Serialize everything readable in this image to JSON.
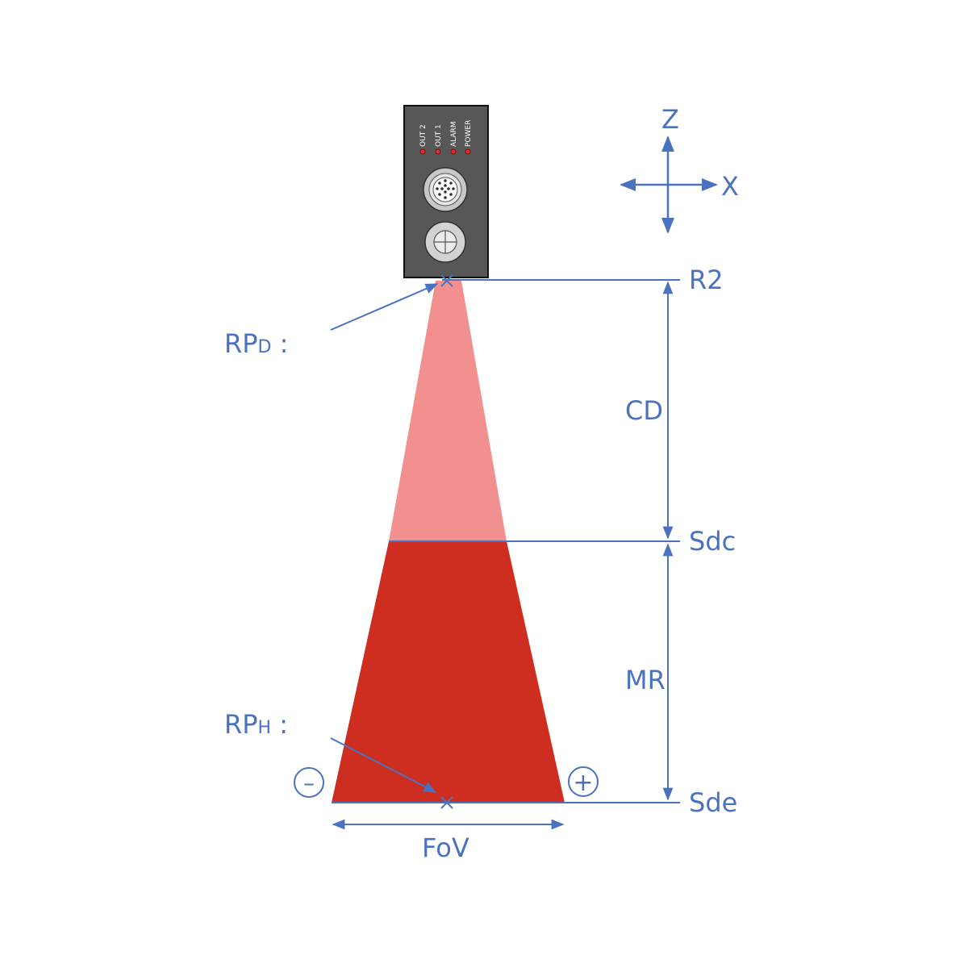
{
  "axes": {
    "z_label": "Z",
    "x_label": "X"
  },
  "sensor": {
    "leds": [
      "OUT 2",
      "OUT 1",
      "ALARM",
      "POWER"
    ]
  },
  "levels": {
    "r2": "R2",
    "sdc": "Sdc",
    "sde": "Sde"
  },
  "dimensions": {
    "cd": "CD",
    "mr": "MR",
    "fov": "FoV"
  },
  "reference_points": {
    "rpd": {
      "main": "RP",
      "sub": "D",
      "suffix": " :"
    },
    "rph": {
      "main": "RP",
      "sub": "H",
      "suffix": " :"
    }
  },
  "signs": {
    "minus": "–",
    "plus": "+"
  },
  "colors": {
    "line": "#4a72c0",
    "dead_zone": "#f29090",
    "measuring_range": "#cd2e20",
    "housing": "#575757"
  }
}
